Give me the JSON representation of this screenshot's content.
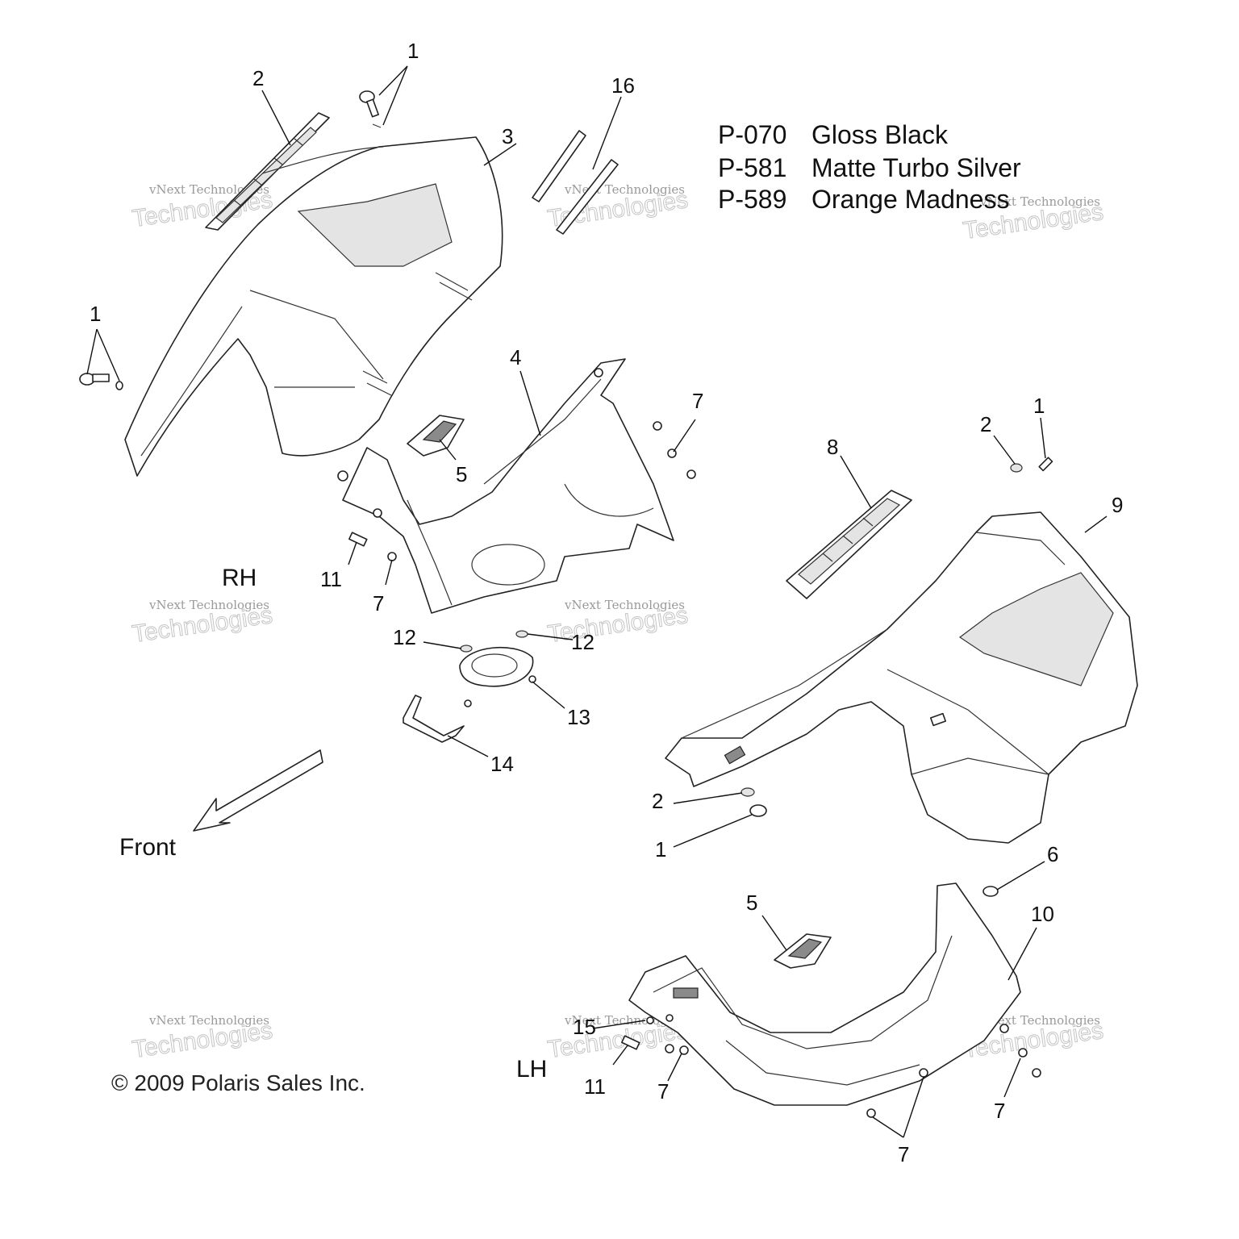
{
  "diagram": {
    "copyright": "© 2009 Polaris Sales Inc.",
    "side_labels": {
      "rh": "RH",
      "lh": "LH"
    },
    "direction_label": "Front",
    "color_codes": [
      {
        "code": "P-070",
        "name": "Gloss Black"
      },
      {
        "code": "P-581",
        "name": "Matte Turbo Silver"
      },
      {
        "code": "P-589",
        "name": "Orange Madness"
      }
    ],
    "watermark": {
      "line1": "vNext Technologies",
      "line2": "Technologies"
    },
    "callouts": {
      "c1a": "1",
      "c2a": "2",
      "c3": "3",
      "c16": "16",
      "c1b": "1",
      "c4": "4",
      "c5a": "5",
      "c7a": "7",
      "c11a": "11",
      "c7b": "7",
      "c12a": "12",
      "c12b": "12",
      "c13": "13",
      "c14": "14",
      "c8": "8",
      "c2b": "2",
      "c1c": "1",
      "c9": "9",
      "c2c": "2",
      "c1d": "1",
      "c6": "6",
      "c5b": "5",
      "c10": "10",
      "c15": "15",
      "c11b": "11",
      "c7c": "7",
      "c7d": "7",
      "c7e": "7"
    }
  }
}
